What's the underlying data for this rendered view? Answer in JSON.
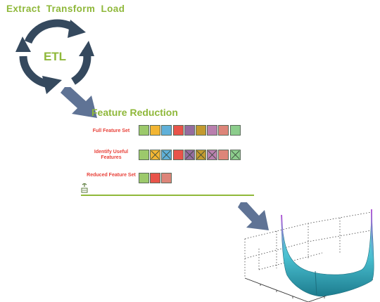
{
  "header": {
    "title": "Extract  Transform  Load"
  },
  "etl_cycle": {
    "label": "ETL",
    "arrow_color": "#35495e"
  },
  "feature_reduction": {
    "title": "Feature Reduction",
    "rows": [
      {
        "label": "Full Feature Set",
        "cells": [
          {
            "color": "#9cc96b",
            "crossed": false
          },
          {
            "color": "#f2b533",
            "crossed": false
          },
          {
            "color": "#5fb0d9",
            "crossed": false
          },
          {
            "color": "#e8544a",
            "crossed": false
          },
          {
            "color": "#956c9f",
            "crossed": false
          },
          {
            "color": "#c39a2f",
            "crossed": false
          },
          {
            "color": "#b97fae",
            "crossed": false
          },
          {
            "color": "#dd8579",
            "crossed": false
          },
          {
            "color": "#8ccd8c",
            "crossed": false
          }
        ]
      },
      {
        "label": "Identify Useful Features",
        "cells": [
          {
            "color": "#9cc96b",
            "crossed": false
          },
          {
            "color": "#f2b533",
            "crossed": true
          },
          {
            "color": "#5fb0d9",
            "crossed": true
          },
          {
            "color": "#e8544a",
            "crossed": false
          },
          {
            "color": "#956c9f",
            "crossed": true
          },
          {
            "color": "#c39a2f",
            "crossed": true
          },
          {
            "color": "#b97fae",
            "crossed": true
          },
          {
            "color": "#dd8579",
            "crossed": false
          },
          {
            "color": "#8ccd8c",
            "crossed": true
          }
        ]
      },
      {
        "label": "Reduced Feature Set",
        "cells": [
          {
            "color": "#9cc96b",
            "crossed": false
          },
          {
            "color": "#e8544a",
            "crossed": false
          },
          {
            "color": "#dd8579",
            "crossed": false
          }
        ]
      }
    ]
  },
  "colors": {
    "accent_green": "#8fb83a",
    "label_red": "#e8423a",
    "flow_arrow": "#5f7395",
    "surface": "#49bfd0"
  },
  "icons": [
    "etl-cycle-icon",
    "flow-arrow-icon",
    "recycle-icon",
    "3d-surface-plot"
  ]
}
